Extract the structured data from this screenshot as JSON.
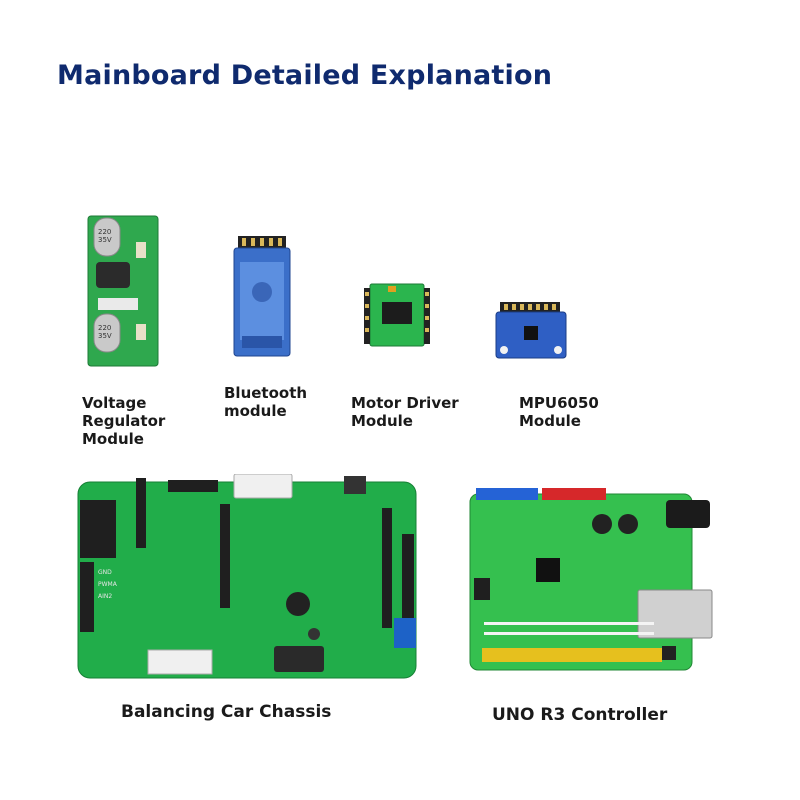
{
  "title": "Mainboard Detailed Explanation",
  "modules": [
    {
      "label": "Voltage\nRegulator\nModule"
    },
    {
      "label": "Bluetooth\nmodule"
    },
    {
      "label": "Motor Driver\nModule"
    },
    {
      "label": "MPU6050\nModule"
    }
  ],
  "boards": [
    {
      "label": "Balancing Car Chassis"
    },
    {
      "label": "UNO R3 Controller"
    }
  ],
  "colors": {
    "title": "#0f2a6e",
    "pcb_green": "#22b24c",
    "mpu_blue": "#2f5fc4"
  }
}
